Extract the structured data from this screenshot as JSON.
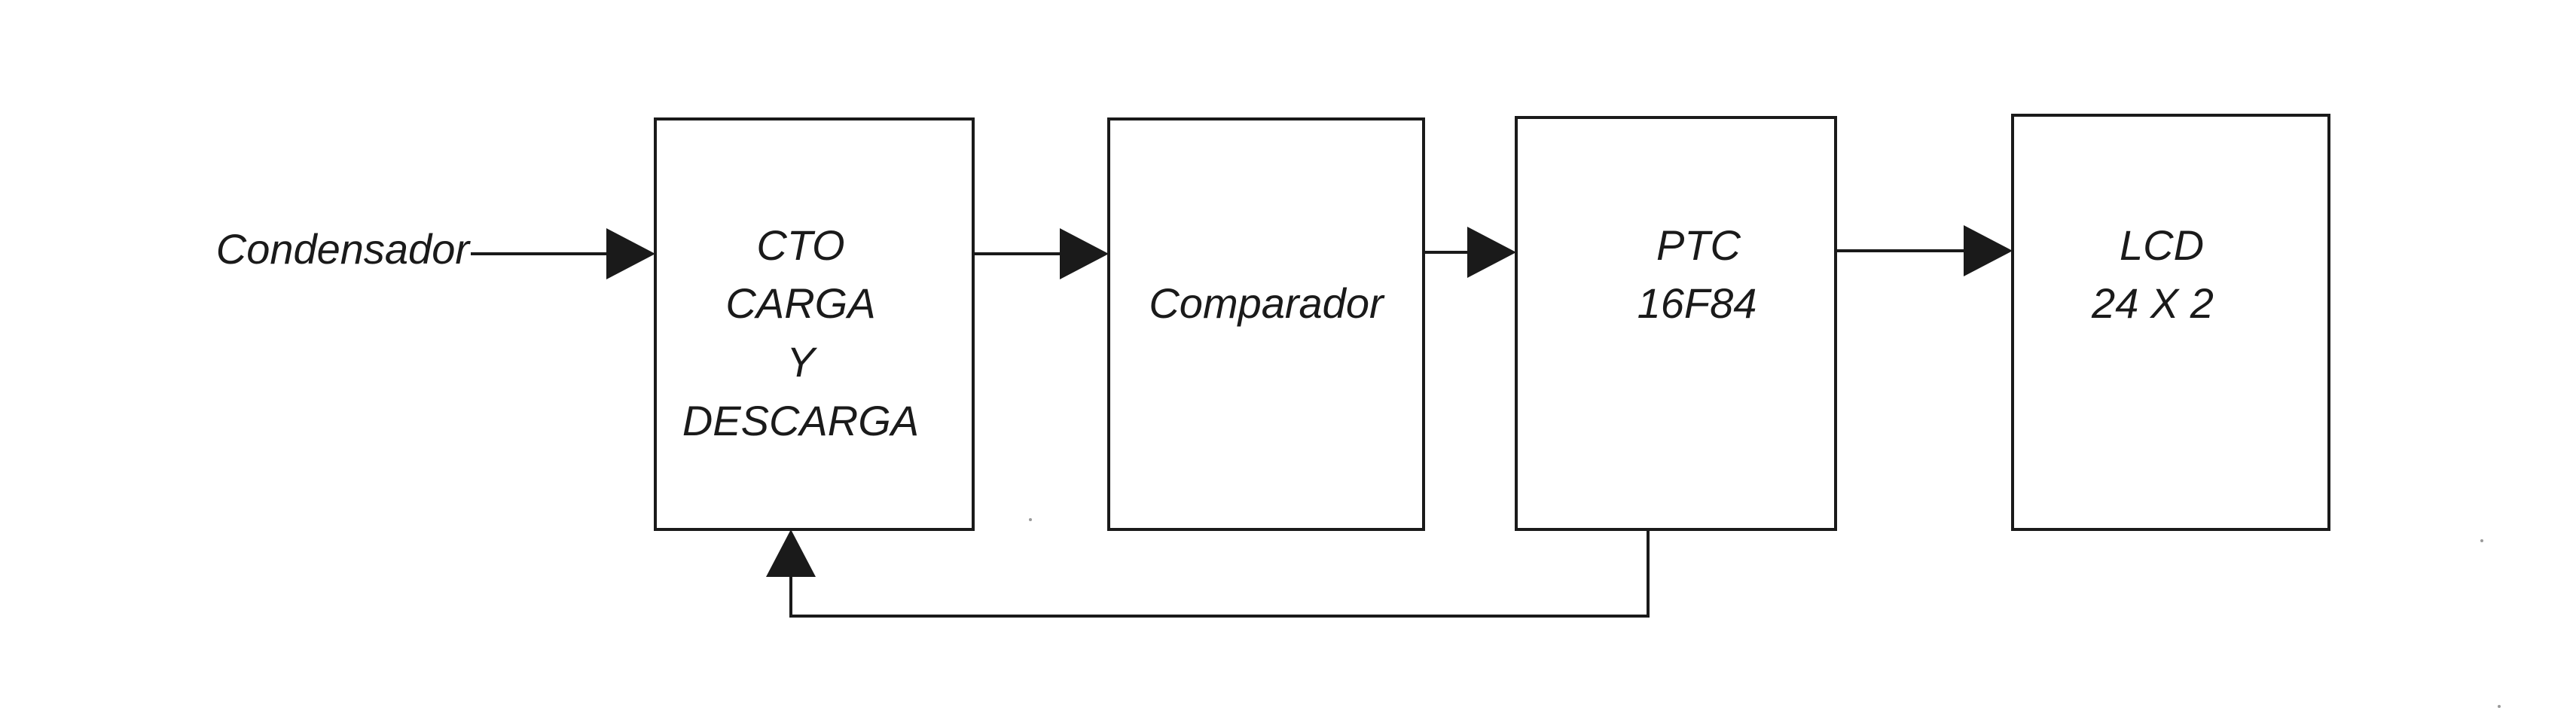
{
  "diagram": {
    "input_label": "Condensador",
    "blocks": [
      {
        "id": "charge",
        "lines": [
          "CTO",
          "CARGA",
          "Y",
          "DESCARGA"
        ]
      },
      {
        "id": "comparator",
        "lines": [
          "Comparador"
        ]
      },
      {
        "id": "ptc",
        "lines": [
          "PTC",
          "16F84"
        ]
      },
      {
        "id": "lcd",
        "lines": [
          "LCD",
          "24 X 2"
        ]
      }
    ],
    "connections": [
      {
        "from": "input",
        "to": "charge"
      },
      {
        "from": "charge",
        "to": "comparator"
      },
      {
        "from": "comparator",
        "to": "ptc"
      },
      {
        "from": "ptc",
        "to": "lcd"
      },
      {
        "from": "ptc",
        "to": "charge",
        "kind": "feedback"
      }
    ]
  }
}
